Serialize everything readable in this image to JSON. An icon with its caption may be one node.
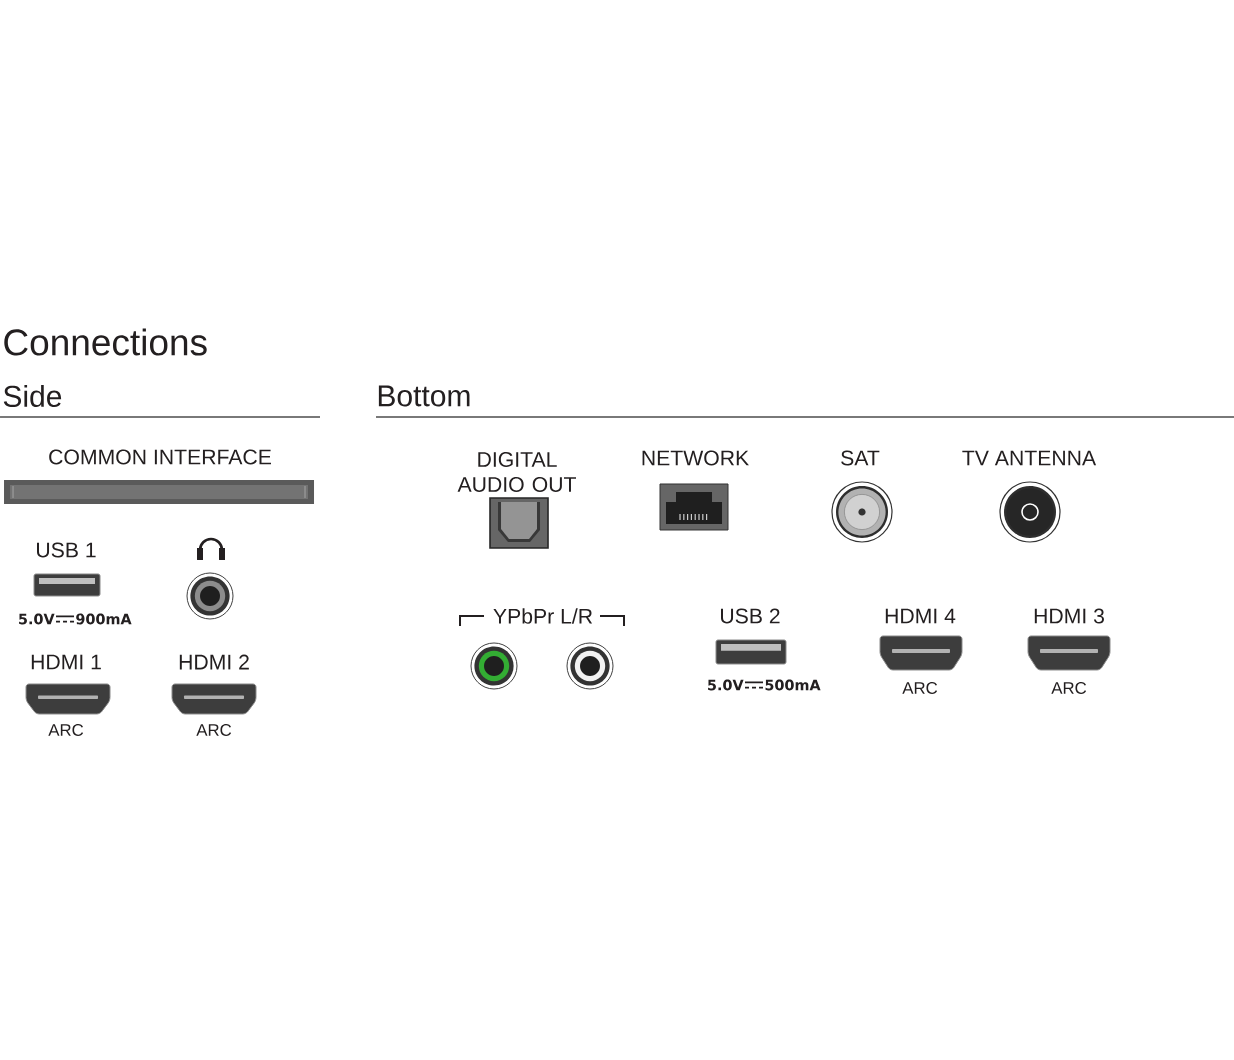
{
  "diagram": {
    "title": "Connections",
    "labels": [
      "Side",
      "COMMON INTERFACE",
      "USB 1",
      "5.0V",
      "900mA",
      "HDMI 1",
      "HDMI 2",
      "ARC",
      "ARC",
      "Bottom",
      "DIGITAL AUDIO OUT",
      "NETWORK",
      "SAT",
      "TV ANTENNA",
      "YPbPr L/R",
      "USB 2",
      "5.0V",
      "500mA",
      "HDMI 4",
      "HDMI 3",
      "ARC",
      "ARC"
    ]
  }
}
